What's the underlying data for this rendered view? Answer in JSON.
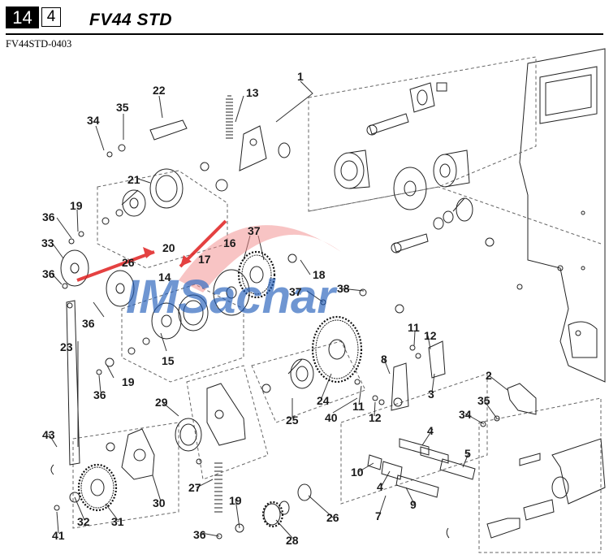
{
  "header": {
    "page_number": "14",
    "sub_number": "4",
    "title": "FV44 STD",
    "code": "FV44STD-0403"
  },
  "watermark": {
    "text": "IMSachar",
    "color": "#1E5BB8",
    "arrow_color": "#E02020"
  },
  "callouts": [
    "1",
    "13",
    "22",
    "35",
    "34",
    "21",
    "19",
    "36",
    "33",
    "36",
    "20",
    "26",
    "14",
    "17",
    "16",
    "37",
    "18",
    "37",
    "38",
    "36",
    "23",
    "15",
    "19",
    "36",
    "11",
    "12",
    "8",
    "3",
    "2",
    "35",
    "34",
    "24",
    "11",
    "40",
    "12",
    "25",
    "29",
    "4",
    "5",
    "43",
    "30",
    "31",
    "32",
    "41",
    "27",
    "19",
    "36",
    "26",
    "28",
    "10",
    "4",
    "7",
    "9"
  ]
}
